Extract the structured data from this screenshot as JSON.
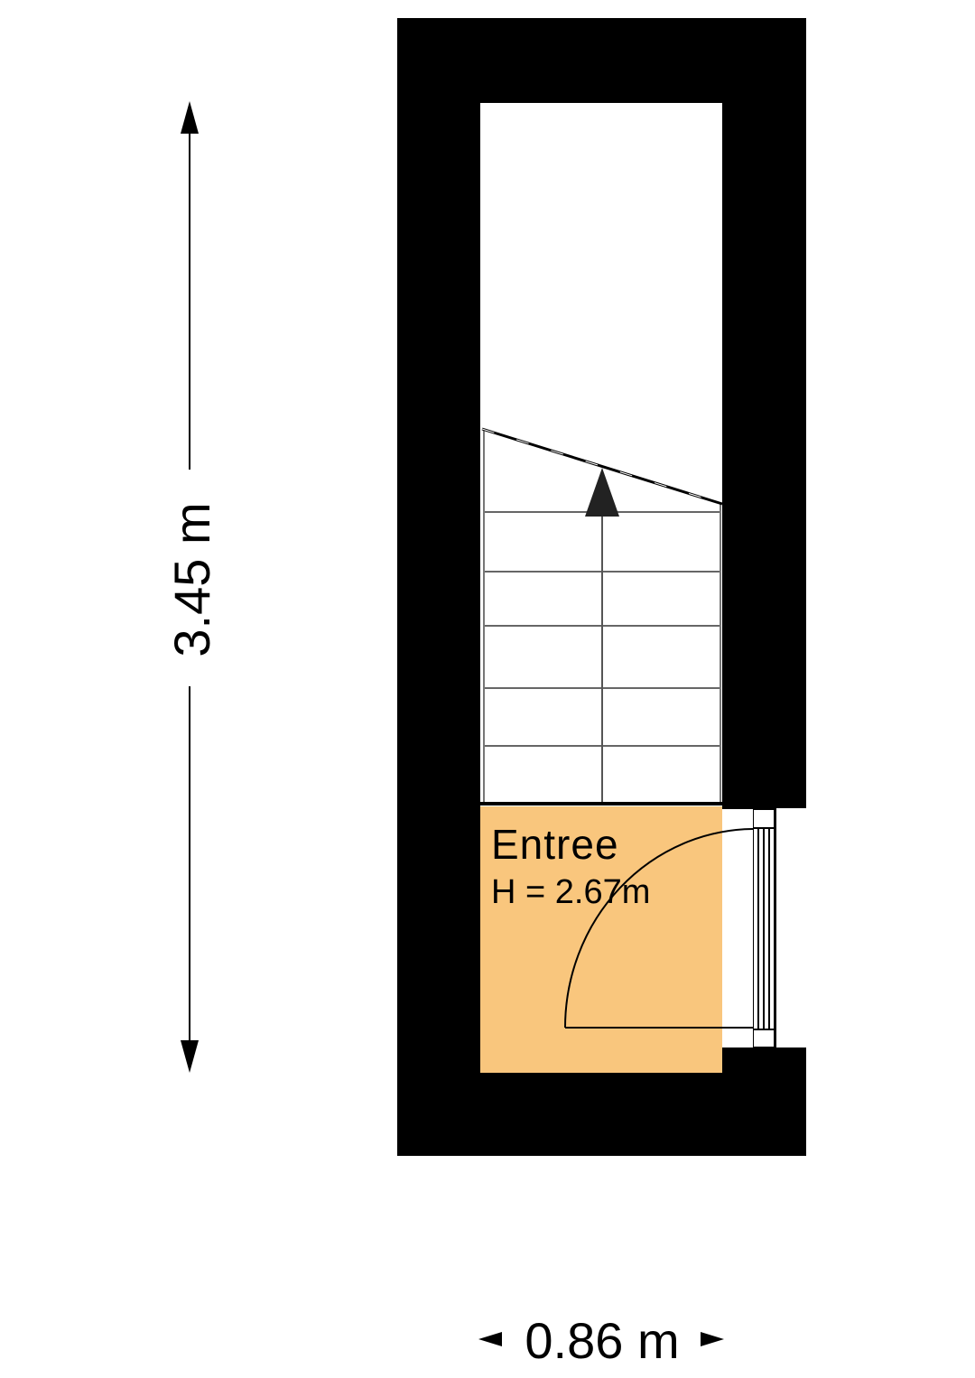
{
  "floorplan": {
    "room": {
      "name": "Entree",
      "height_label": "H = 2.67m"
    },
    "dimensions": {
      "vertical": "3.45 m",
      "horizontal": "0.86 m"
    },
    "colors": {
      "wall": "#000000",
      "room_fill": "#f9c67d",
      "stair_fill": "#ffffff",
      "stair_lines": "#555555",
      "background": "#ffffff"
    },
    "icons": {
      "stair_direction": "arrow-up-icon",
      "door_swing": "door-swing-arc",
      "window": "window-frame"
    }
  }
}
